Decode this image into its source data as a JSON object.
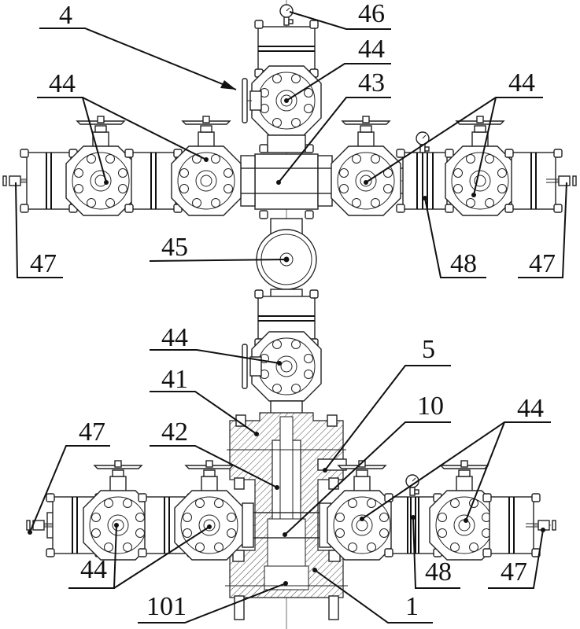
{
  "figure": {
    "type": "technical-drawing",
    "subject": "wellhead assembly with valves, cross, tubing head and pressure gauges",
    "colors": {
      "ink": "#111111",
      "background": "#ffffff"
    }
  },
  "callouts": [
    {
      "id": "c4",
      "label": "4",
      "target": "overall assembly (arrow)"
    },
    {
      "id": "c46",
      "label": "46",
      "target": "top pressure gauge"
    },
    {
      "id": "c44a",
      "label": "44",
      "target": "upper master valve"
    },
    {
      "id": "c43",
      "label": "43",
      "target": "flow cross"
    },
    {
      "id": "c44b",
      "label": "44",
      "target": "left wing valves (upper)"
    },
    {
      "id": "c44c",
      "label": "44",
      "target": "right wing valves (upper)"
    },
    {
      "id": "c47a",
      "label": "47",
      "target": "upper-left needle valve"
    },
    {
      "id": "c45",
      "label": "45",
      "target": "blind flange / adapter"
    },
    {
      "id": "c48a",
      "label": "48",
      "target": "upper-right spool"
    },
    {
      "id": "c47b",
      "label": "47",
      "target": "upper-right needle valve"
    },
    {
      "id": "c44d",
      "label": "44",
      "target": "lower master valve"
    },
    {
      "id": "c5",
      "label": "5",
      "target": "side seal port"
    },
    {
      "id": "c41",
      "label": "41",
      "target": "tubing head adapter"
    },
    {
      "id": "c10",
      "label": "10",
      "target": "tubing hanger bore"
    },
    {
      "id": "c42",
      "label": "42",
      "target": "tubing hanger"
    },
    {
      "id": "c47c",
      "label": "47",
      "target": "lower-left needle valve"
    },
    {
      "id": "c44e",
      "label": "44",
      "target": "right casing valves (lower)"
    },
    {
      "id": "c44f",
      "label": "44",
      "target": "left casing valves (lower)"
    },
    {
      "id": "c48b",
      "label": "48",
      "target": "lower-right spool"
    },
    {
      "id": "c47d",
      "label": "47",
      "target": "lower-right needle valve"
    },
    {
      "id": "c101",
      "label": "101",
      "target": "bottom bore"
    },
    {
      "id": "c1",
      "label": "1",
      "target": "casing head"
    }
  ]
}
